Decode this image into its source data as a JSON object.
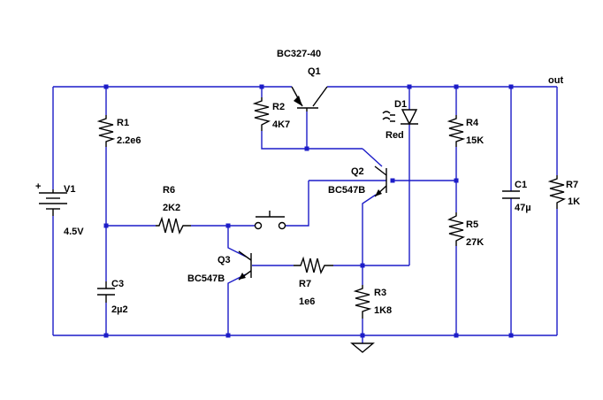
{
  "net_label": "out",
  "components": {
    "v1": {
      "name": "V1",
      "value": "4.5V"
    },
    "r1": {
      "name": "R1",
      "value": "2.2e6"
    },
    "r2": {
      "name": "R2",
      "value": "4K7"
    },
    "r3": {
      "name": "R3",
      "value": "1K8"
    },
    "r4": {
      "name": "R4",
      "value": "15K"
    },
    "r5": {
      "name": "R5",
      "value": "27K"
    },
    "r6": {
      "name": "R6",
      "value": "2K2"
    },
    "r7a": {
      "name": "R7",
      "value": "1e6"
    },
    "r7b": {
      "name": "R7",
      "value": "1K"
    },
    "c1": {
      "name": "C1",
      "value": "47µ"
    },
    "c3": {
      "name": "C3",
      "value": "2µ2"
    },
    "q1": {
      "name": "Q1",
      "value": "BC327-40"
    },
    "q2": {
      "name": "Q2",
      "value": "BC547B"
    },
    "q3": {
      "name": "Q3",
      "value": "BC547B"
    },
    "d1": {
      "name": "D1",
      "value": "Red"
    }
  },
  "colors": {
    "wire": "#1c1cc8",
    "component": "#000000",
    "background": "#ffffff"
  }
}
